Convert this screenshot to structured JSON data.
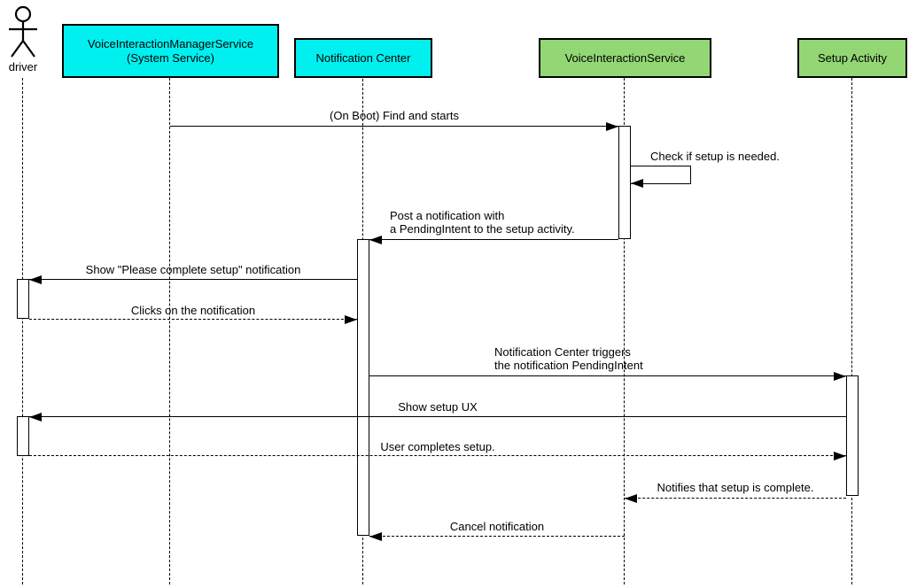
{
  "diagram": {
    "type": "uml-sequence",
    "participants": [
      {
        "id": "driver",
        "kind": "actor",
        "label": "driver"
      },
      {
        "id": "vims",
        "kind": "box",
        "fill": "#00f0f0",
        "label": "VoiceInteractionManagerService\n(System Service)"
      },
      {
        "id": "nc",
        "kind": "box",
        "fill": "#00f0f0",
        "label": "Notification Center"
      },
      {
        "id": "vis",
        "kind": "box",
        "fill": "#93d775",
        "label": "VoiceInteractionService"
      },
      {
        "id": "sa",
        "kind": "box",
        "fill": "#93d775",
        "label": "Setup Activity"
      }
    ],
    "messages": [
      {
        "from": "vims",
        "to": "vis",
        "style": "solid",
        "label": "(On Boot) Find and starts"
      },
      {
        "from": "vis",
        "to": "vis",
        "style": "solid",
        "self": true,
        "label": "Check if setup is needed."
      },
      {
        "from": "vis",
        "to": "nc",
        "style": "solid",
        "label": "Post a notification with\na PendingIntent to the setup activity."
      },
      {
        "from": "nc",
        "to": "driver",
        "style": "solid",
        "label": "Show \"Please complete setup\" notification"
      },
      {
        "from": "driver",
        "to": "nc",
        "style": "dashed",
        "label": "Clicks on the notification"
      },
      {
        "from": "nc",
        "to": "sa",
        "style": "solid",
        "label": "Notification Center triggers\nthe notification PendingIntent"
      },
      {
        "from": "sa",
        "to": "driver",
        "style": "solid",
        "label": "Show setup UX"
      },
      {
        "from": "driver",
        "to": "sa",
        "style": "dashed",
        "label": "User completes setup."
      },
      {
        "from": "sa",
        "to": "vis",
        "style": "dashed",
        "label": "Notifies that setup is complete."
      },
      {
        "from": "vis",
        "to": "nc",
        "style": "dashed",
        "label": "Cancel notification"
      }
    ],
    "colors": {
      "participant_cyan": "#00f0f0",
      "participant_green": "#93d775",
      "line": "#000000",
      "background": "#ffffff"
    }
  }
}
